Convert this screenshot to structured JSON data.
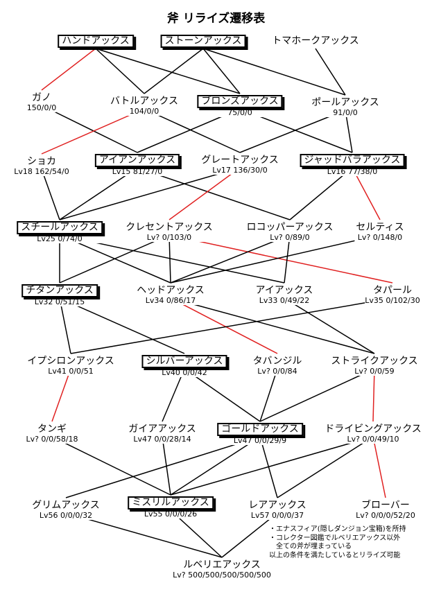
{
  "title": "斧 リライズ遷移表",
  "colors": {
    "normal_edge": "#000000",
    "special_edge": "#e02020"
  },
  "nodes": [
    {
      "id": "hand",
      "name": "ハンドアックス",
      "stats": "",
      "boxed": true
    },
    {
      "id": "stone",
      "name": "ストーンアックス",
      "stats": "",
      "boxed": true
    },
    {
      "id": "tomahawk",
      "name": "トマホークアックス",
      "stats": "",
      "boxed": false
    },
    {
      "id": "gano",
      "name": "ガノ",
      "stats": "150/0/0",
      "boxed": false
    },
    {
      "id": "battle",
      "name": "バトルアックス",
      "stats": "104/0/0",
      "boxed": false
    },
    {
      "id": "bronze",
      "name": "ブロンズアックス",
      "stats": "75/0/0",
      "boxed": true
    },
    {
      "id": "pole",
      "name": "ポールアックス",
      "stats": "91/0/0",
      "boxed": false
    },
    {
      "id": "shoka",
      "name": "ショカ",
      "stats": "Lv18 162/54/0",
      "boxed": false
    },
    {
      "id": "iron",
      "name": "アイアンアックス",
      "stats": "Lv15 81/27/0",
      "boxed": true
    },
    {
      "id": "great",
      "name": "グレートアックス",
      "stats": "Lv17 136/30/0",
      "boxed": false
    },
    {
      "id": "jadd",
      "name": "ジャッドバラアックス",
      "stats": "Lv16 77/38/0",
      "boxed": true
    },
    {
      "id": "steel",
      "name": "スチールアックス",
      "stats": "Lv25 0/74/0",
      "boxed": true
    },
    {
      "id": "crescent",
      "name": "クレセントアックス",
      "stats": "Lv? 0/103/0",
      "boxed": false
    },
    {
      "id": "rococo",
      "name": "ロコッパーアックス",
      "stats": "Lv? 0/89/0",
      "boxed": false
    },
    {
      "id": "celtis",
      "name": "セルティス",
      "stats": "Lv? 0/148/0",
      "boxed": false
    },
    {
      "id": "titan",
      "name": "チタンアックス",
      "stats": "Lv32 0/51/15",
      "boxed": true
    },
    {
      "id": "head",
      "name": "ヘッドアックス",
      "stats": "Lv34 0/86/17",
      "boxed": false
    },
    {
      "id": "eye",
      "name": "アイアックス",
      "stats": "Lv33 0/49/22",
      "boxed": false
    },
    {
      "id": "taparu",
      "name": "タパール",
      "stats": "Lv35 0/102/30",
      "boxed": false
    },
    {
      "id": "epsilon",
      "name": "イプシロンアックス",
      "stats": "Lv41 0/0/51",
      "boxed": false
    },
    {
      "id": "silver",
      "name": "シルバーアックス",
      "stats": "Lv40 0/0/42",
      "boxed": true
    },
    {
      "id": "tabanjil",
      "name": "タバンジル",
      "stats": "Lv? 0/0/84",
      "boxed": false
    },
    {
      "id": "strike",
      "name": "ストライクアックス",
      "stats": "Lv? 0/0/59",
      "boxed": false
    },
    {
      "id": "tangi",
      "name": "タンギ",
      "stats": "Lv? 0/0/58/18",
      "boxed": false
    },
    {
      "id": "gaia",
      "name": "ガイアアックス",
      "stats": "Lv47 0/0/28/14",
      "boxed": false
    },
    {
      "id": "gold",
      "name": "ゴールドアックス",
      "stats": "Lv47 0/0/29/9",
      "boxed": true
    },
    {
      "id": "driving",
      "name": "ドライビングアックス",
      "stats": "Lv? 0/0/49/10",
      "boxed": false
    },
    {
      "id": "grim",
      "name": "グリムアックス",
      "stats": "Lv56 0/0/0/32",
      "boxed": false
    },
    {
      "id": "mithril",
      "name": "ミスリルアックス",
      "stats": "Lv55 0/0/0/26",
      "boxed": true
    },
    {
      "id": "rare",
      "name": "レアアックス",
      "stats": "Lv57 0/0/0/37",
      "boxed": false
    },
    {
      "id": "broba",
      "name": "ブローバー",
      "stats": "Lv? 0/0/0/52/20",
      "boxed": false
    },
    {
      "id": "luberie",
      "name": "ルベリエアックス",
      "stats": "Lv? 500/500/500/500/500",
      "boxed": false
    }
  ],
  "edges": [
    {
      "from": "hand",
      "to": "gano",
      "special": true
    },
    {
      "from": "hand",
      "to": "battle",
      "special": false
    },
    {
      "from": "hand",
      "to": "bronze",
      "special": false
    },
    {
      "from": "stone",
      "to": "battle",
      "special": false
    },
    {
      "from": "stone",
      "to": "bronze",
      "special": false
    },
    {
      "from": "stone",
      "to": "pole",
      "special": false
    },
    {
      "from": "tomahawk",
      "to": "pole",
      "special": false
    },
    {
      "from": "gano",
      "to": "iron",
      "special": false
    },
    {
      "from": "battle",
      "to": "shoka",
      "special": true
    },
    {
      "from": "battle",
      "to": "great",
      "special": false
    },
    {
      "from": "bronze",
      "to": "iron",
      "special": false
    },
    {
      "from": "bronze",
      "to": "jadd",
      "special": false
    },
    {
      "from": "pole",
      "to": "great",
      "special": false
    },
    {
      "from": "pole",
      "to": "jadd",
      "special": false
    },
    {
      "from": "shoka",
      "to": "steel",
      "special": false
    },
    {
      "from": "iron",
      "to": "steel",
      "special": false
    },
    {
      "from": "iron",
      "to": "rococo",
      "special": false
    },
    {
      "from": "great",
      "to": "steel",
      "special": false
    },
    {
      "from": "great",
      "to": "crescent",
      "special": true
    },
    {
      "from": "jadd",
      "to": "rococo",
      "special": false
    },
    {
      "from": "jadd",
      "to": "celtis",
      "special": true
    },
    {
      "from": "steel",
      "to": "titan",
      "special": false
    },
    {
      "from": "steel",
      "to": "head",
      "special": false
    },
    {
      "from": "steel",
      "to": "eye",
      "special": false
    },
    {
      "from": "crescent",
      "to": "titan",
      "special": false
    },
    {
      "from": "crescent",
      "to": "head",
      "special": false
    },
    {
      "from": "crescent",
      "to": "taparu",
      "special": true
    },
    {
      "from": "rococo",
      "to": "head",
      "special": false
    },
    {
      "from": "rococo",
      "to": "eye",
      "special": false
    },
    {
      "from": "celtis",
      "to": "head",
      "special": false
    },
    {
      "from": "titan",
      "to": "epsilon",
      "special": false
    },
    {
      "from": "titan",
      "to": "silver",
      "special": false
    },
    {
      "from": "head",
      "to": "tabanjil",
      "special": true
    },
    {
      "from": "head",
      "to": "strike",
      "special": false
    },
    {
      "from": "eye",
      "to": "strike",
      "special": false
    },
    {
      "from": "taparu",
      "to": "epsilon",
      "special": false
    },
    {
      "from": "epsilon",
      "to": "tangi",
      "special": true
    },
    {
      "from": "silver",
      "to": "gaia",
      "special": false
    },
    {
      "from": "silver",
      "to": "gold",
      "special": false
    },
    {
      "from": "tabanjil",
      "to": "gold",
      "special": false
    },
    {
      "from": "strike",
      "to": "gold",
      "special": false
    },
    {
      "from": "strike",
      "to": "driving",
      "special": true
    },
    {
      "from": "tangi",
      "to": "mithril",
      "special": false
    },
    {
      "from": "gaia",
      "to": "mithril",
      "special": false
    },
    {
      "from": "gold",
      "to": "grim",
      "special": false
    },
    {
      "from": "gold",
      "to": "mithril",
      "special": false
    },
    {
      "from": "gold",
      "to": "rare",
      "special": false
    },
    {
      "from": "driving",
      "to": "mithril",
      "special": false
    },
    {
      "from": "driving",
      "to": "rare",
      "special": false
    },
    {
      "from": "driving",
      "to": "broba",
      "special": true
    },
    {
      "from": "grim",
      "to": "luberie",
      "special": false
    },
    {
      "from": "mithril",
      "to": "luberie",
      "special": false
    },
    {
      "from": "rare",
      "to": "luberie",
      "special": false
    }
  ],
  "notes": [
    "・エナスフィア(隠しダンジョン宝箱)を所持",
    "・コレクター図鑑でルベリエアックス以外",
    "　全ての斧が埋まっている",
    "以上の条件を満たしているとリライズ可能"
  ]
}
